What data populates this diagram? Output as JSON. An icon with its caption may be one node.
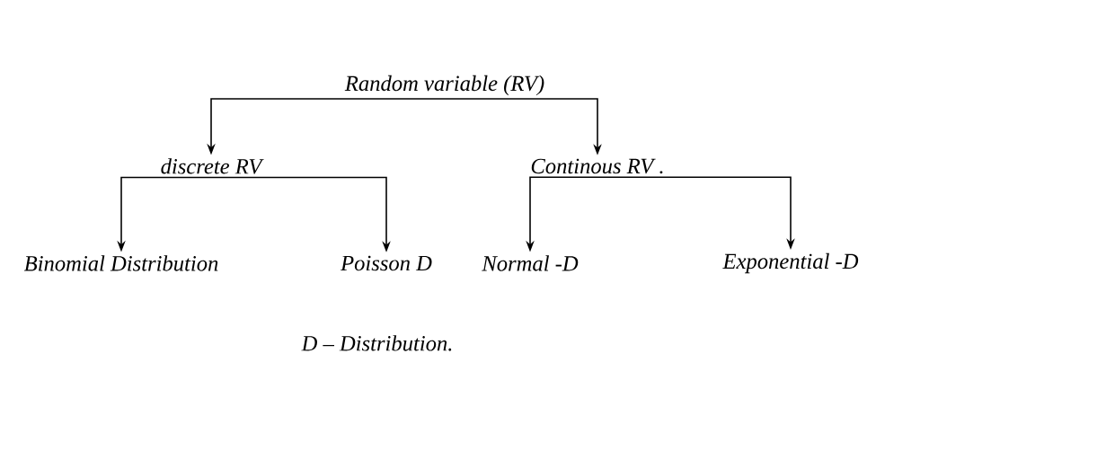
{
  "diagram": {
    "nodes": [
      {
        "text": [
          "Random variable (RV)"
        ]
      },
      {
        "text": [
          "discrete RV"
        ]
      },
      {
        "text": [
          "Continous RV ."
        ]
      },
      {
        "text": [
          "Binomial Distribution"
        ]
      },
      {
        "text": [
          "Poisson D"
        ]
      },
      {
        "text": [
          "Normal -D"
        ]
      },
      {
        "text": [
          "Exponential -D"
        ]
      }
    ],
    "edges": [
      {
        "from": 0,
        "to": 1,
        "arrow": "to"
      },
      {
        "from": 0,
        "to": 2,
        "arrow": "to"
      },
      {
        "from": 1,
        "to": 3,
        "arrow": "to"
      },
      {
        "from": 1,
        "to": 4,
        "arrow": "to"
      },
      {
        "from": 2,
        "to": 5,
        "arrow": "to"
      },
      {
        "from": 2,
        "to": 6,
        "arrow": "to"
      }
    ],
    "labels": [
      "D – Distribution."
    ]
  }
}
